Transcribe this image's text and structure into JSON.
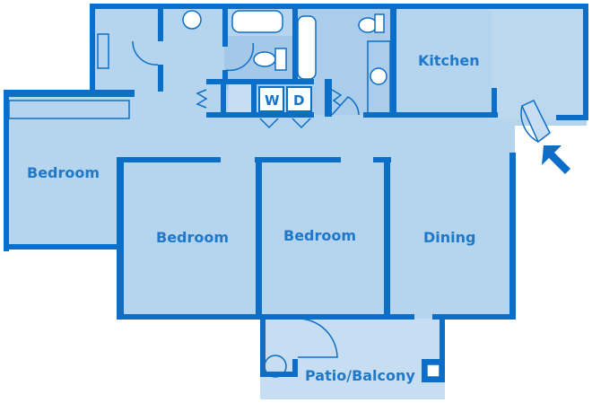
{
  "floorplan": {
    "colors": {
      "wall": "#0d6ec7",
      "floor": "#b5d4ed",
      "floor_light": "#c7def2",
      "floor_dark": "#a3c8e8",
      "label": "#1f78c8",
      "background": "#ffffff"
    },
    "rooms": {
      "kitchen": "Kitchen",
      "bedroom_left": "Bedroom",
      "bedroom_center_left": "Bedroom",
      "bedroom_center_right": "Bedroom",
      "dining": "Dining",
      "patio": "Patio/Balcony"
    },
    "appliances": {
      "washer": "W",
      "dryer": "D"
    },
    "icons": [
      "entry-arrow-icon",
      "toilet-icon",
      "bathtub-icon",
      "sink-icon",
      "water-heater-icon",
      "door-swing-icon"
    ]
  }
}
